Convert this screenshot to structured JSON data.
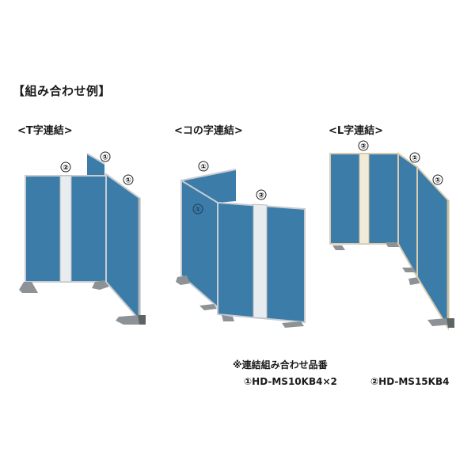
{
  "heading": "【組み合わせ例】",
  "sections": [
    {
      "id": "t",
      "label": "<T字連結>",
      "callouts": [
        "①",
        "①",
        "②"
      ]
    },
    {
      "id": "ko",
      "label": "<コの字連結>",
      "callouts": [
        "①",
        "①",
        "②"
      ]
    },
    {
      "id": "l",
      "label": "<L字連結>",
      "callouts": [
        "②",
        "①",
        "①"
      ]
    }
  ],
  "parts": {
    "note": "※連結組み合わせ品番",
    "items": [
      {
        "num": "①",
        "code": "HD-MS10KB4×2",
        "text": "①HD-MS10KB4×2"
      },
      {
        "num": "②",
        "code": "HD-MS15KB4",
        "text": "②HD-MS15KB4"
      }
    ]
  },
  "colors": {
    "panel_blue": "#3b7ca8",
    "panel_blue_dark": "#2f6a93",
    "frame_silver": "#c8ccd0",
    "frame_beige": "#d8cbb0",
    "window_white": "#e8ecee",
    "window_cream": "#f1ead8",
    "foot_gray": "#8d9296"
  }
}
